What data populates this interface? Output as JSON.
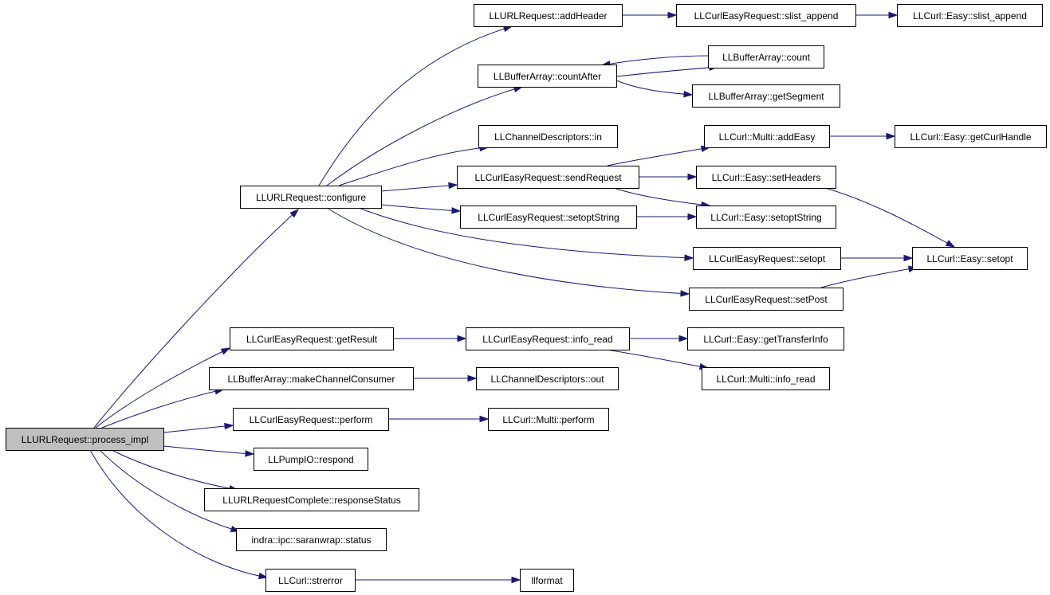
{
  "graph": {
    "colors": {
      "edge": "#191970",
      "root_fill": "#bfbfbf",
      "node_fill": "#ffffff",
      "border": "#000000"
    },
    "nodes": [
      {
        "id": "process_impl",
        "label": "LLURLRequest::process_impl",
        "root": true
      },
      {
        "id": "configure",
        "label": "LLURLRequest::configure"
      },
      {
        "id": "addHeader",
        "label": "LLURLRequest::addHeader"
      },
      {
        "id": "ce_slist_append",
        "label": "LLCurlEasyRequest::slist_append"
      },
      {
        "id": "easy_slist_append",
        "label": "LLCurl::Easy::slist_append"
      },
      {
        "id": "ba_count",
        "label": "LLBufferArray::count"
      },
      {
        "id": "ba_countAfter",
        "label": "LLBufferArray::countAfter"
      },
      {
        "id": "ba_getSegment",
        "label": "LLBufferArray::getSegment"
      },
      {
        "id": "cd_in",
        "label": "LLChannelDescriptors::in"
      },
      {
        "id": "multi_addEasy",
        "label": "LLCurl::Multi::addEasy"
      },
      {
        "id": "easy_getCurlHandle",
        "label": "LLCurl::Easy::getCurlHandle"
      },
      {
        "id": "ce_sendRequest",
        "label": "LLCurlEasyRequest::sendRequest"
      },
      {
        "id": "easy_setHeaders",
        "label": "LLCurl::Easy::setHeaders"
      },
      {
        "id": "ce_setoptString",
        "label": "LLCurlEasyRequest::setoptString"
      },
      {
        "id": "easy_setoptString",
        "label": "LLCurl::Easy::setoptString"
      },
      {
        "id": "ce_setopt",
        "label": "LLCurlEasyRequest::setopt"
      },
      {
        "id": "easy_setopt",
        "label": "LLCurl::Easy::setopt"
      },
      {
        "id": "ce_setPost",
        "label": "LLCurlEasyRequest::setPost"
      },
      {
        "id": "ce_getResult",
        "label": "LLCurlEasyRequest::getResult"
      },
      {
        "id": "ce_info_read",
        "label": "LLCurlEasyRequest::info_read"
      },
      {
        "id": "easy_getTransferInfo",
        "label": "LLCurl::Easy::getTransferInfo"
      },
      {
        "id": "multi_info_read",
        "label": "LLCurl::Multi::info_read"
      },
      {
        "id": "ba_makeChannelConsumer",
        "label": "LLBufferArray::makeChannelConsumer"
      },
      {
        "id": "cd_out",
        "label": "LLChannelDescriptors::out"
      },
      {
        "id": "ce_perform",
        "label": "LLCurlEasyRequest::perform"
      },
      {
        "id": "multi_perform",
        "label": "LLCurl::Multi::perform"
      },
      {
        "id": "pump_respond",
        "label": "LLPumpIO::respond"
      },
      {
        "id": "urc_responseStatus",
        "label": "LLURLRequestComplete::responseStatus"
      },
      {
        "id": "saranwrap_status",
        "label": "indra::ipc::saranwrap::status"
      },
      {
        "id": "curl_strerror",
        "label": "LLCurl::strerror"
      },
      {
        "id": "llformat",
        "label": "llformat"
      }
    ],
    "edges": [
      {
        "from": "process_impl",
        "to": "configure"
      },
      {
        "from": "process_impl",
        "to": "ce_getResult"
      },
      {
        "from": "process_impl",
        "to": "ba_makeChannelConsumer"
      },
      {
        "from": "process_impl",
        "to": "ce_perform"
      },
      {
        "from": "process_impl",
        "to": "pump_respond"
      },
      {
        "from": "process_impl",
        "to": "urc_responseStatus"
      },
      {
        "from": "process_impl",
        "to": "saranwrap_status"
      },
      {
        "from": "process_impl",
        "to": "curl_strerror"
      },
      {
        "from": "configure",
        "to": "addHeader"
      },
      {
        "from": "configure",
        "to": "ba_countAfter"
      },
      {
        "from": "configure",
        "to": "cd_in"
      },
      {
        "from": "configure",
        "to": "ce_sendRequest"
      },
      {
        "from": "configure",
        "to": "ce_setoptString"
      },
      {
        "from": "configure",
        "to": "ce_setopt"
      },
      {
        "from": "configure",
        "to": "ce_setPost"
      },
      {
        "from": "addHeader",
        "to": "ce_slist_append"
      },
      {
        "from": "ce_slist_append",
        "to": "easy_slist_append"
      },
      {
        "from": "ba_countAfter",
        "to": "ba_count"
      },
      {
        "from": "ba_countAfter",
        "to": "ba_getSegment"
      },
      {
        "from": "ba_count",
        "to": "ba_countAfter"
      },
      {
        "from": "ce_sendRequest",
        "to": "multi_addEasy"
      },
      {
        "from": "ce_sendRequest",
        "to": "easy_setHeaders"
      },
      {
        "from": "ce_sendRequest",
        "to": "easy_setoptString"
      },
      {
        "from": "multi_addEasy",
        "to": "easy_getCurlHandle"
      },
      {
        "from": "easy_setHeaders",
        "to": "easy_setopt"
      },
      {
        "from": "ce_setoptString",
        "to": "easy_setoptString"
      },
      {
        "from": "ce_setopt",
        "to": "easy_setopt"
      },
      {
        "from": "ce_setPost",
        "to": "easy_setopt"
      },
      {
        "from": "ce_getResult",
        "to": "ce_info_read"
      },
      {
        "from": "ce_info_read",
        "to": "easy_getTransferInfo"
      },
      {
        "from": "ce_info_read",
        "to": "multi_info_read"
      },
      {
        "from": "ba_makeChannelConsumer",
        "to": "cd_out"
      },
      {
        "from": "ce_perform",
        "to": "multi_perform"
      },
      {
        "from": "curl_strerror",
        "to": "llformat"
      }
    ]
  }
}
